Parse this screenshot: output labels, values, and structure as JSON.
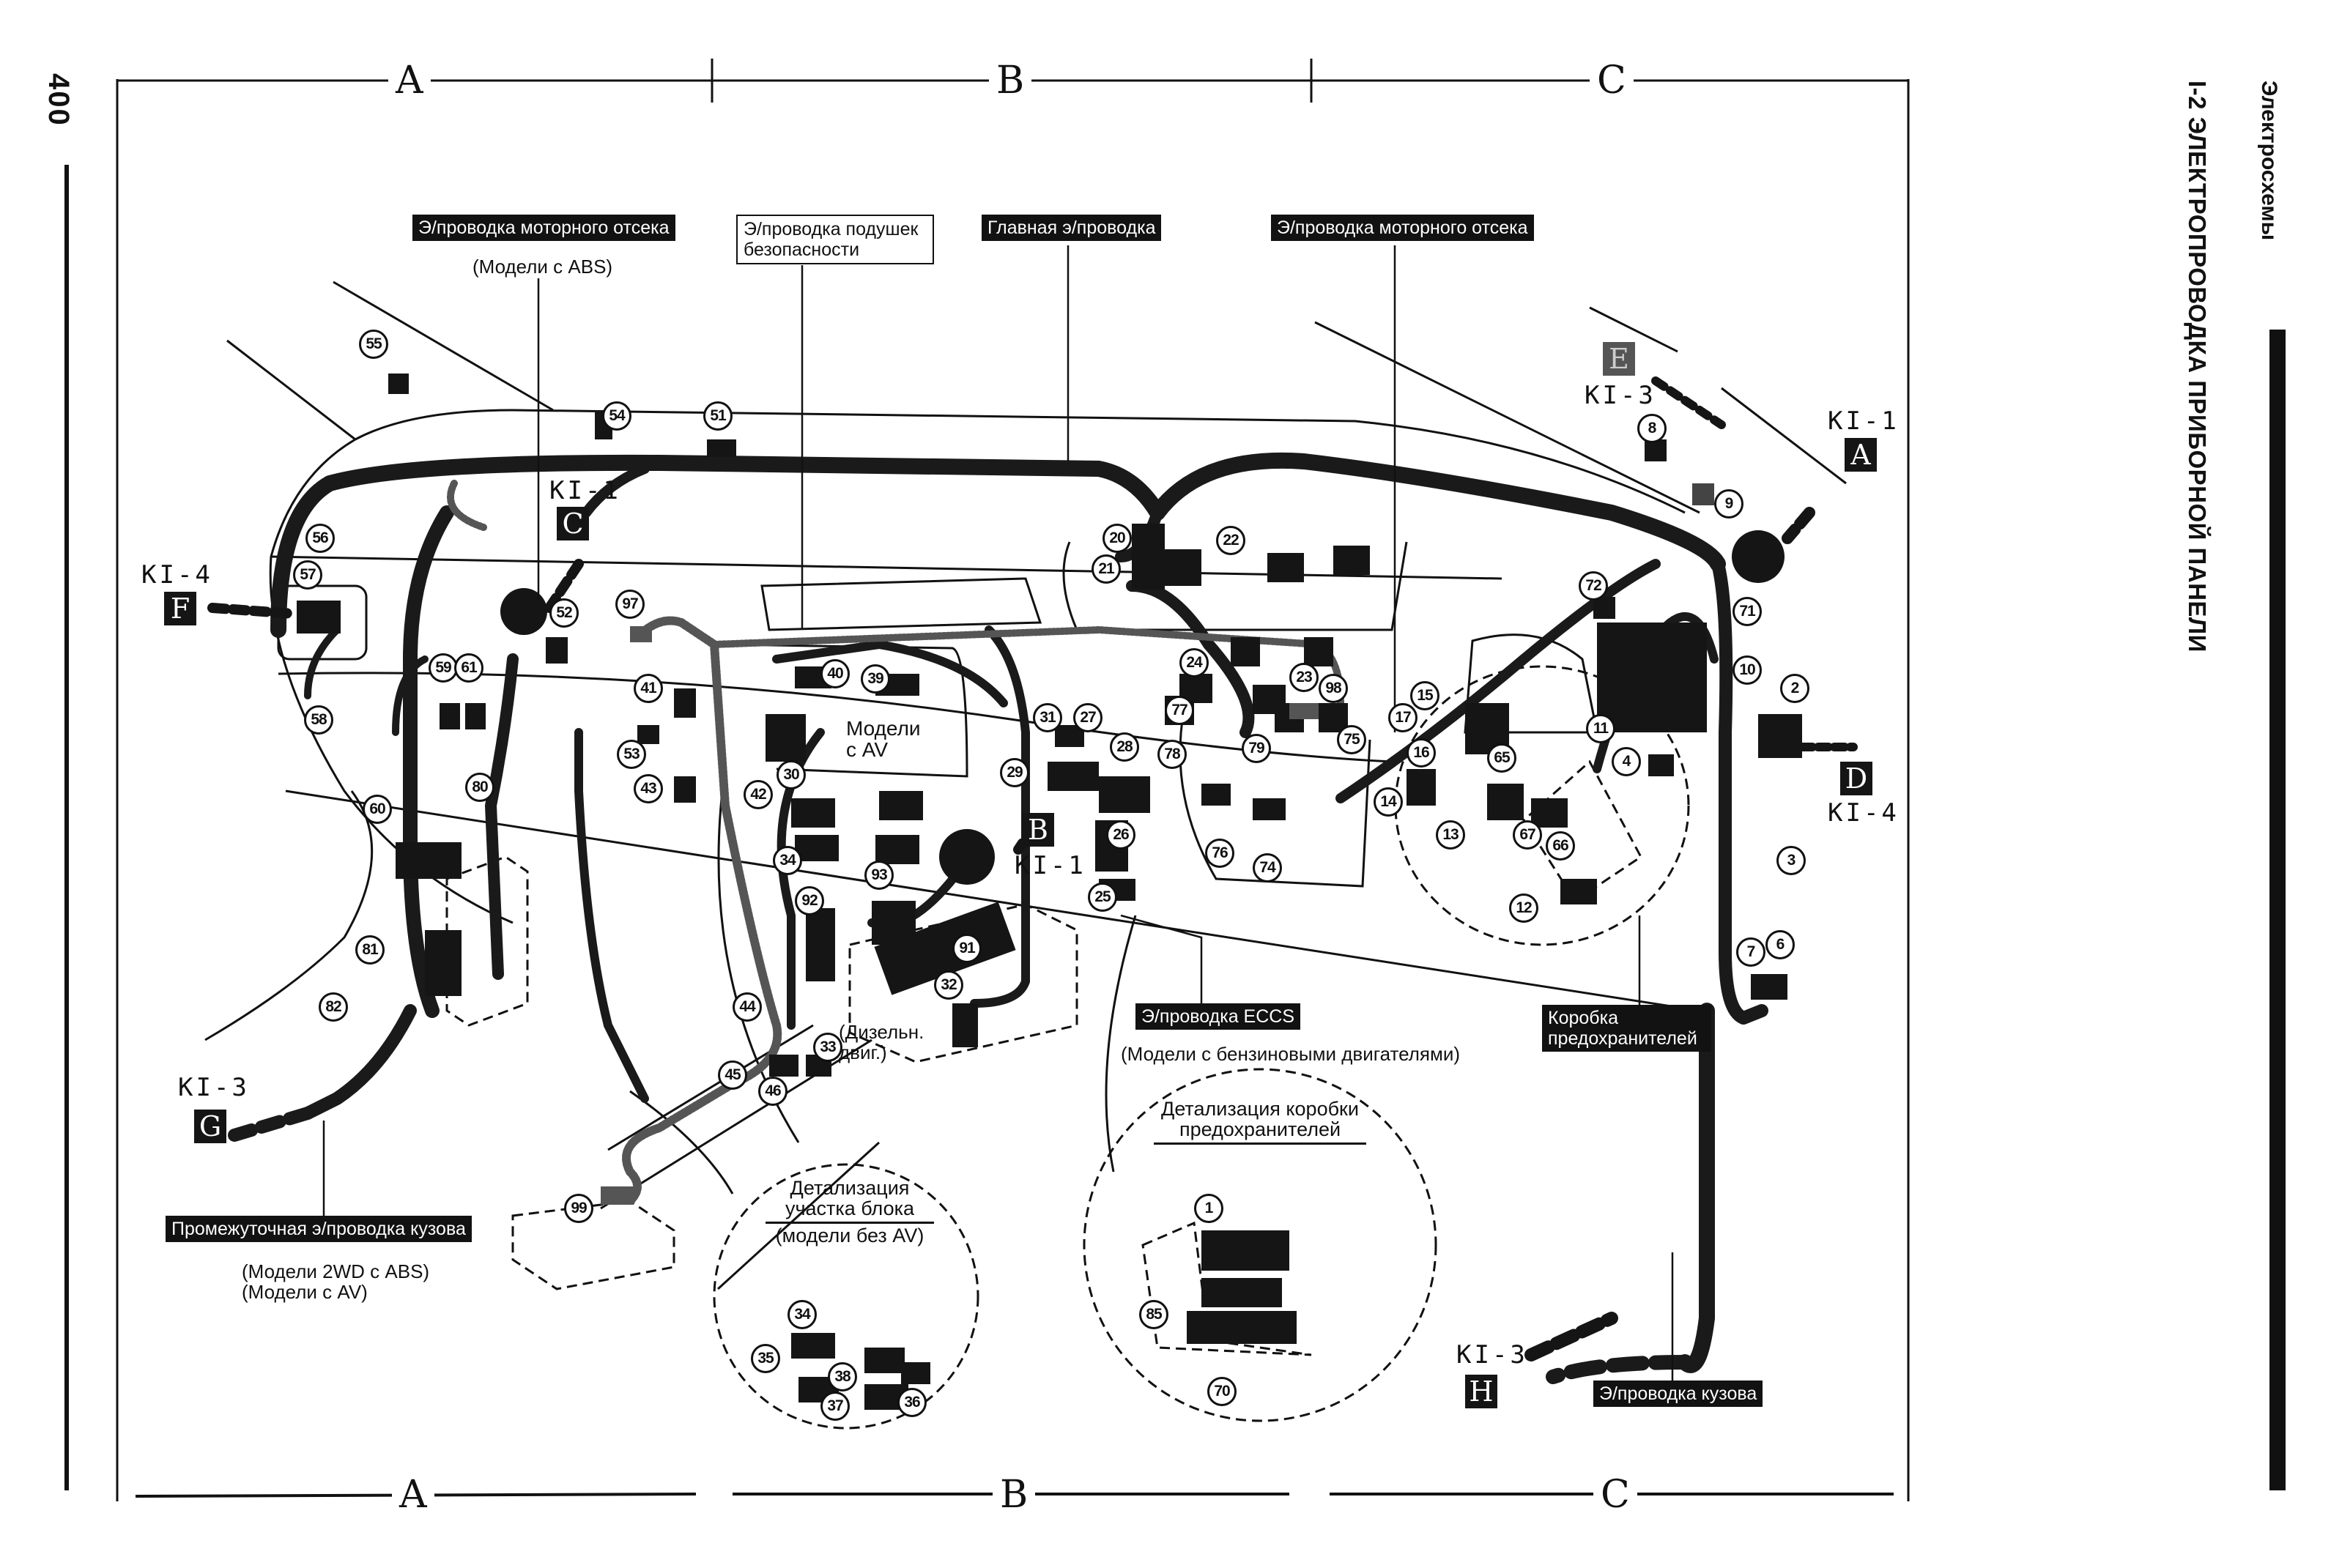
{
  "page": {
    "number": "400",
    "section": "Электросхемы",
    "chapter_title": "I-2 ЭЛЕКТРОПРОВОДКА ПРИБОРНОЙ ПАНЕЛИ"
  },
  "grid": {
    "top_columns": [
      "A",
      "B",
      "C"
    ],
    "bottom_columns": [
      "A",
      "B",
      "C"
    ]
  },
  "harness_tags": [
    {
      "id": "engine-room-abs",
      "label": "Э/проводка моторного отсека",
      "style": "dark",
      "note": "(Модели с ABS)"
    },
    {
      "id": "airbag",
      "label": "Э/проводка подушек безопасности",
      "style": "light",
      "note": ""
    },
    {
      "id": "main",
      "label": "Главная э/проводка",
      "style": "dark",
      "note": ""
    },
    {
      "id": "engine-room",
      "label": "Э/проводка моторного отсека",
      "style": "dark",
      "note": ""
    },
    {
      "id": "eccs",
      "label": "Э/проводка ECCS",
      "style": "dark",
      "note": "(Модели с бензиновыми двигателями)"
    },
    {
      "id": "fuse-box",
      "label": "Коробка предохранителей",
      "style": "dark",
      "note": ""
    },
    {
      "id": "body-sub",
      "label": "Промежуточная э/проводка кузова",
      "style": "dark",
      "note": "(Модели 2WD с ABS)",
      "note2": "(Модели с AV)"
    },
    {
      "id": "body",
      "label": "Э/проводка кузова",
      "style": "dark",
      "note": ""
    }
  ],
  "annotations": {
    "av_models": "Модели с AV",
    "diesel": "(Дизельн. двиг.)"
  },
  "junctions": [
    {
      "code": "KI-1",
      "letter": "A"
    },
    {
      "code": "KI-1",
      "letter": "B"
    },
    {
      "code": "KI-1",
      "letter": "C"
    },
    {
      "code": "KI-4",
      "letter": "D"
    },
    {
      "code": "KI-3",
      "letter": "E"
    },
    {
      "code": "KI-4",
      "letter": "F"
    },
    {
      "code": "KI-3",
      "letter": "G"
    },
    {
      "code": "KI-3",
      "letter": "H"
    }
  ],
  "details": [
    {
      "title_line1": "Детализация",
      "title_line2": "участка блока",
      "subtitle": "(модели без AV)",
      "connectors": [
        "34",
        "35",
        "36",
        "37",
        "38"
      ]
    },
    {
      "title_line1": "Детализация коробки",
      "title_line2": "предохранителей",
      "subtitle": "",
      "connectors": [
        "1",
        "85",
        "70"
      ]
    }
  ],
  "connectors": [
    "55",
    "54",
    "51",
    "56",
    "57",
    "52",
    "97",
    "59",
    "61",
    "58",
    "60",
    "80",
    "81",
    "82",
    "41",
    "53",
    "43",
    "40",
    "39",
    "42",
    "30",
    "34",
    "93",
    "92",
    "91",
    "32",
    "33",
    "44",
    "45",
    "46",
    "99",
    "31",
    "27",
    "28",
    "29",
    "26",
    "25",
    "20",
    "21",
    "22",
    "24",
    "23",
    "98",
    "77",
    "78",
    "79",
    "75",
    "76",
    "74",
    "17",
    "15",
    "16",
    "14",
    "13",
    "65",
    "67",
    "66",
    "12",
    "72",
    "71",
    "10",
    "11",
    "4",
    "2",
    "3",
    "8",
    "9",
    "7",
    "6"
  ]
}
